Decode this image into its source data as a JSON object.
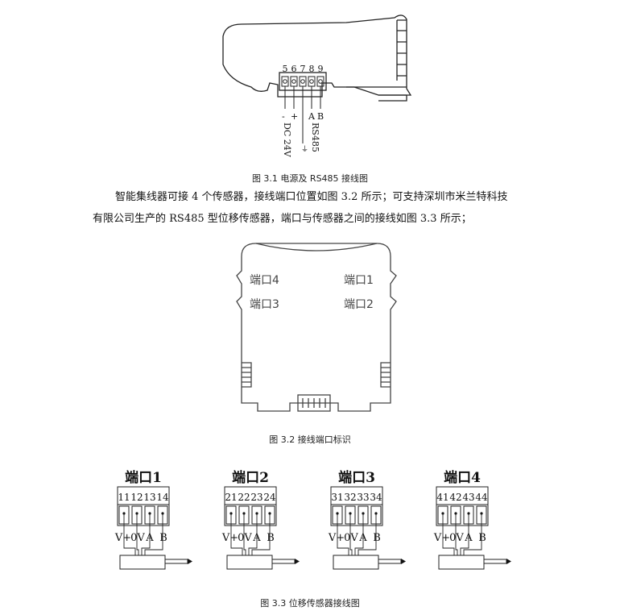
{
  "figure_3_1": {
    "terminal_numbers": [
      "5",
      "6",
      "7",
      "8",
      "9"
    ],
    "wire_labels": {
      "minus": "-",
      "plus": "+",
      "a": "A",
      "b": "B"
    },
    "power_label": "DC 24V",
    "bus_label": "RS485",
    "caption": "图 3.1 电源及 RS485 接线图"
  },
  "paragraph": {
    "line1": "智能集线器可接 4 个传感器，接线端口位置如图 3.2 所示；可支持深圳市米兰特科技",
    "line2": "有限公司生产的 RS485 型位移传感器，端口与传感器之间的接线如图 3.3 所示；"
  },
  "figure_3_2": {
    "port_labels": {
      "top_left": "端口4",
      "top_right": "端口1",
      "bottom_left": "端口3",
      "bottom_right": "端口2"
    },
    "caption": "图 3.2  接线端口标识"
  },
  "figure_3_3": {
    "ports": [
      {
        "title": "端口1",
        "pins": [
          "11",
          "12",
          "13",
          "14"
        ]
      },
      {
        "title": "端口2",
        "pins": [
          "21",
          "22",
          "23",
          "24"
        ]
      },
      {
        "title": "端口3",
        "pins": [
          "31",
          "32",
          "33",
          "34"
        ]
      },
      {
        "title": "端口4",
        "pins": [
          "41",
          "42",
          "43",
          "44"
        ]
      }
    ],
    "signal_labels": [
      "V+",
      "0V",
      "A",
      "B"
    ],
    "caption": "图 3.3  位移传感器接线图"
  }
}
